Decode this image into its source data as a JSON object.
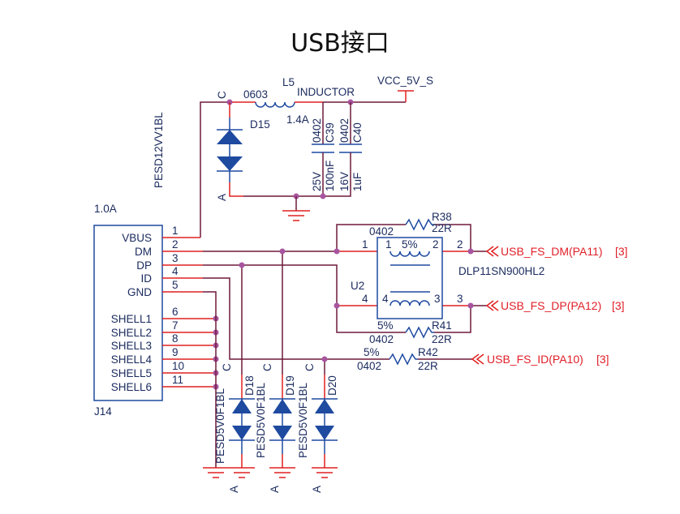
{
  "title": "USB接口",
  "power": {
    "net": "VCC_5V_S",
    "inductor": {
      "ref": "L5",
      "type": "INDUCTOR",
      "package": "0603",
      "rating": "1.4A"
    },
    "tvs": {
      "ref": "D15",
      "part": "PESD12VV1BL",
      "pin_c": "C",
      "pin_a": "A"
    },
    "caps": [
      {
        "ref": "C39",
        "package": "0402",
        "value": "100nF",
        "voltage": "25V"
      },
      {
        "ref": "C40",
        "package": "0402",
        "value": "1uF",
        "voltage": "16V"
      }
    ]
  },
  "connector": {
    "ref": "J14",
    "rating": "1.0A",
    "pins": [
      {
        "num": "1",
        "name": "VBUS"
      },
      {
        "num": "2",
        "name": "DM"
      },
      {
        "num": "3",
        "name": "DP"
      },
      {
        "num": "4",
        "name": "ID"
      },
      {
        "num": "5",
        "name": "GND"
      },
      {
        "num": "6",
        "name": "SHELL1"
      },
      {
        "num": "7",
        "name": "SHELL2"
      },
      {
        "num": "8",
        "name": "SHELL3"
      },
      {
        "num": "9",
        "name": "SHELL4"
      },
      {
        "num": "10",
        "name": "SHELL5"
      },
      {
        "num": "11",
        "name": "SHELL6"
      }
    ]
  },
  "choke": {
    "ref": "U2",
    "part": "DLP11SN900HL2",
    "tol": "5%",
    "pins": [
      "1",
      "2",
      "3",
      "4"
    ]
  },
  "resistors": [
    {
      "ref": "R38",
      "value": "22R",
      "package": "0402",
      "tol": "5%"
    },
    {
      "ref": "R41",
      "value": "22R",
      "package": "0402",
      "tol": "5%"
    },
    {
      "ref": "R42",
      "value": "22R",
      "package": "0402",
      "tol": "5%"
    }
  ],
  "esd": [
    {
      "ref": "D18",
      "part": "PESD5V0F1BL"
    },
    {
      "ref": "D19",
      "part": "PESD5V0F1BL"
    },
    {
      "ref": "D20",
      "part": "PESD5V0F1BL"
    }
  ],
  "pin_c": "C",
  "pin_a": "A",
  "nets": [
    {
      "name": "USB_FS_DM(PA11)",
      "page": "[3]"
    },
    {
      "name": "USB_FS_DP(PA12)",
      "page": "[3]"
    },
    {
      "name": "USB_FS_ID(PA10)",
      "page": "[3]"
    }
  ]
}
